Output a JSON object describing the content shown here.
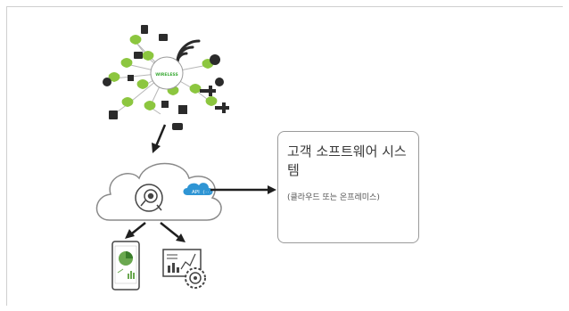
{
  "hub": {
    "label": "WIRELESS"
  },
  "cloud": {
    "api_label": "API"
  },
  "customer_box": {
    "title": "고객 소프트웨어 시스템",
    "subtitle": "(클라우드 또는 온프레미스)"
  },
  "colors": {
    "leaf_green": "#8cc63f",
    "hub_green": "#3aa935",
    "cloud_blue": "#2f95d4",
    "dark": "#2b2b2b",
    "gray": "#8a8a8a"
  }
}
